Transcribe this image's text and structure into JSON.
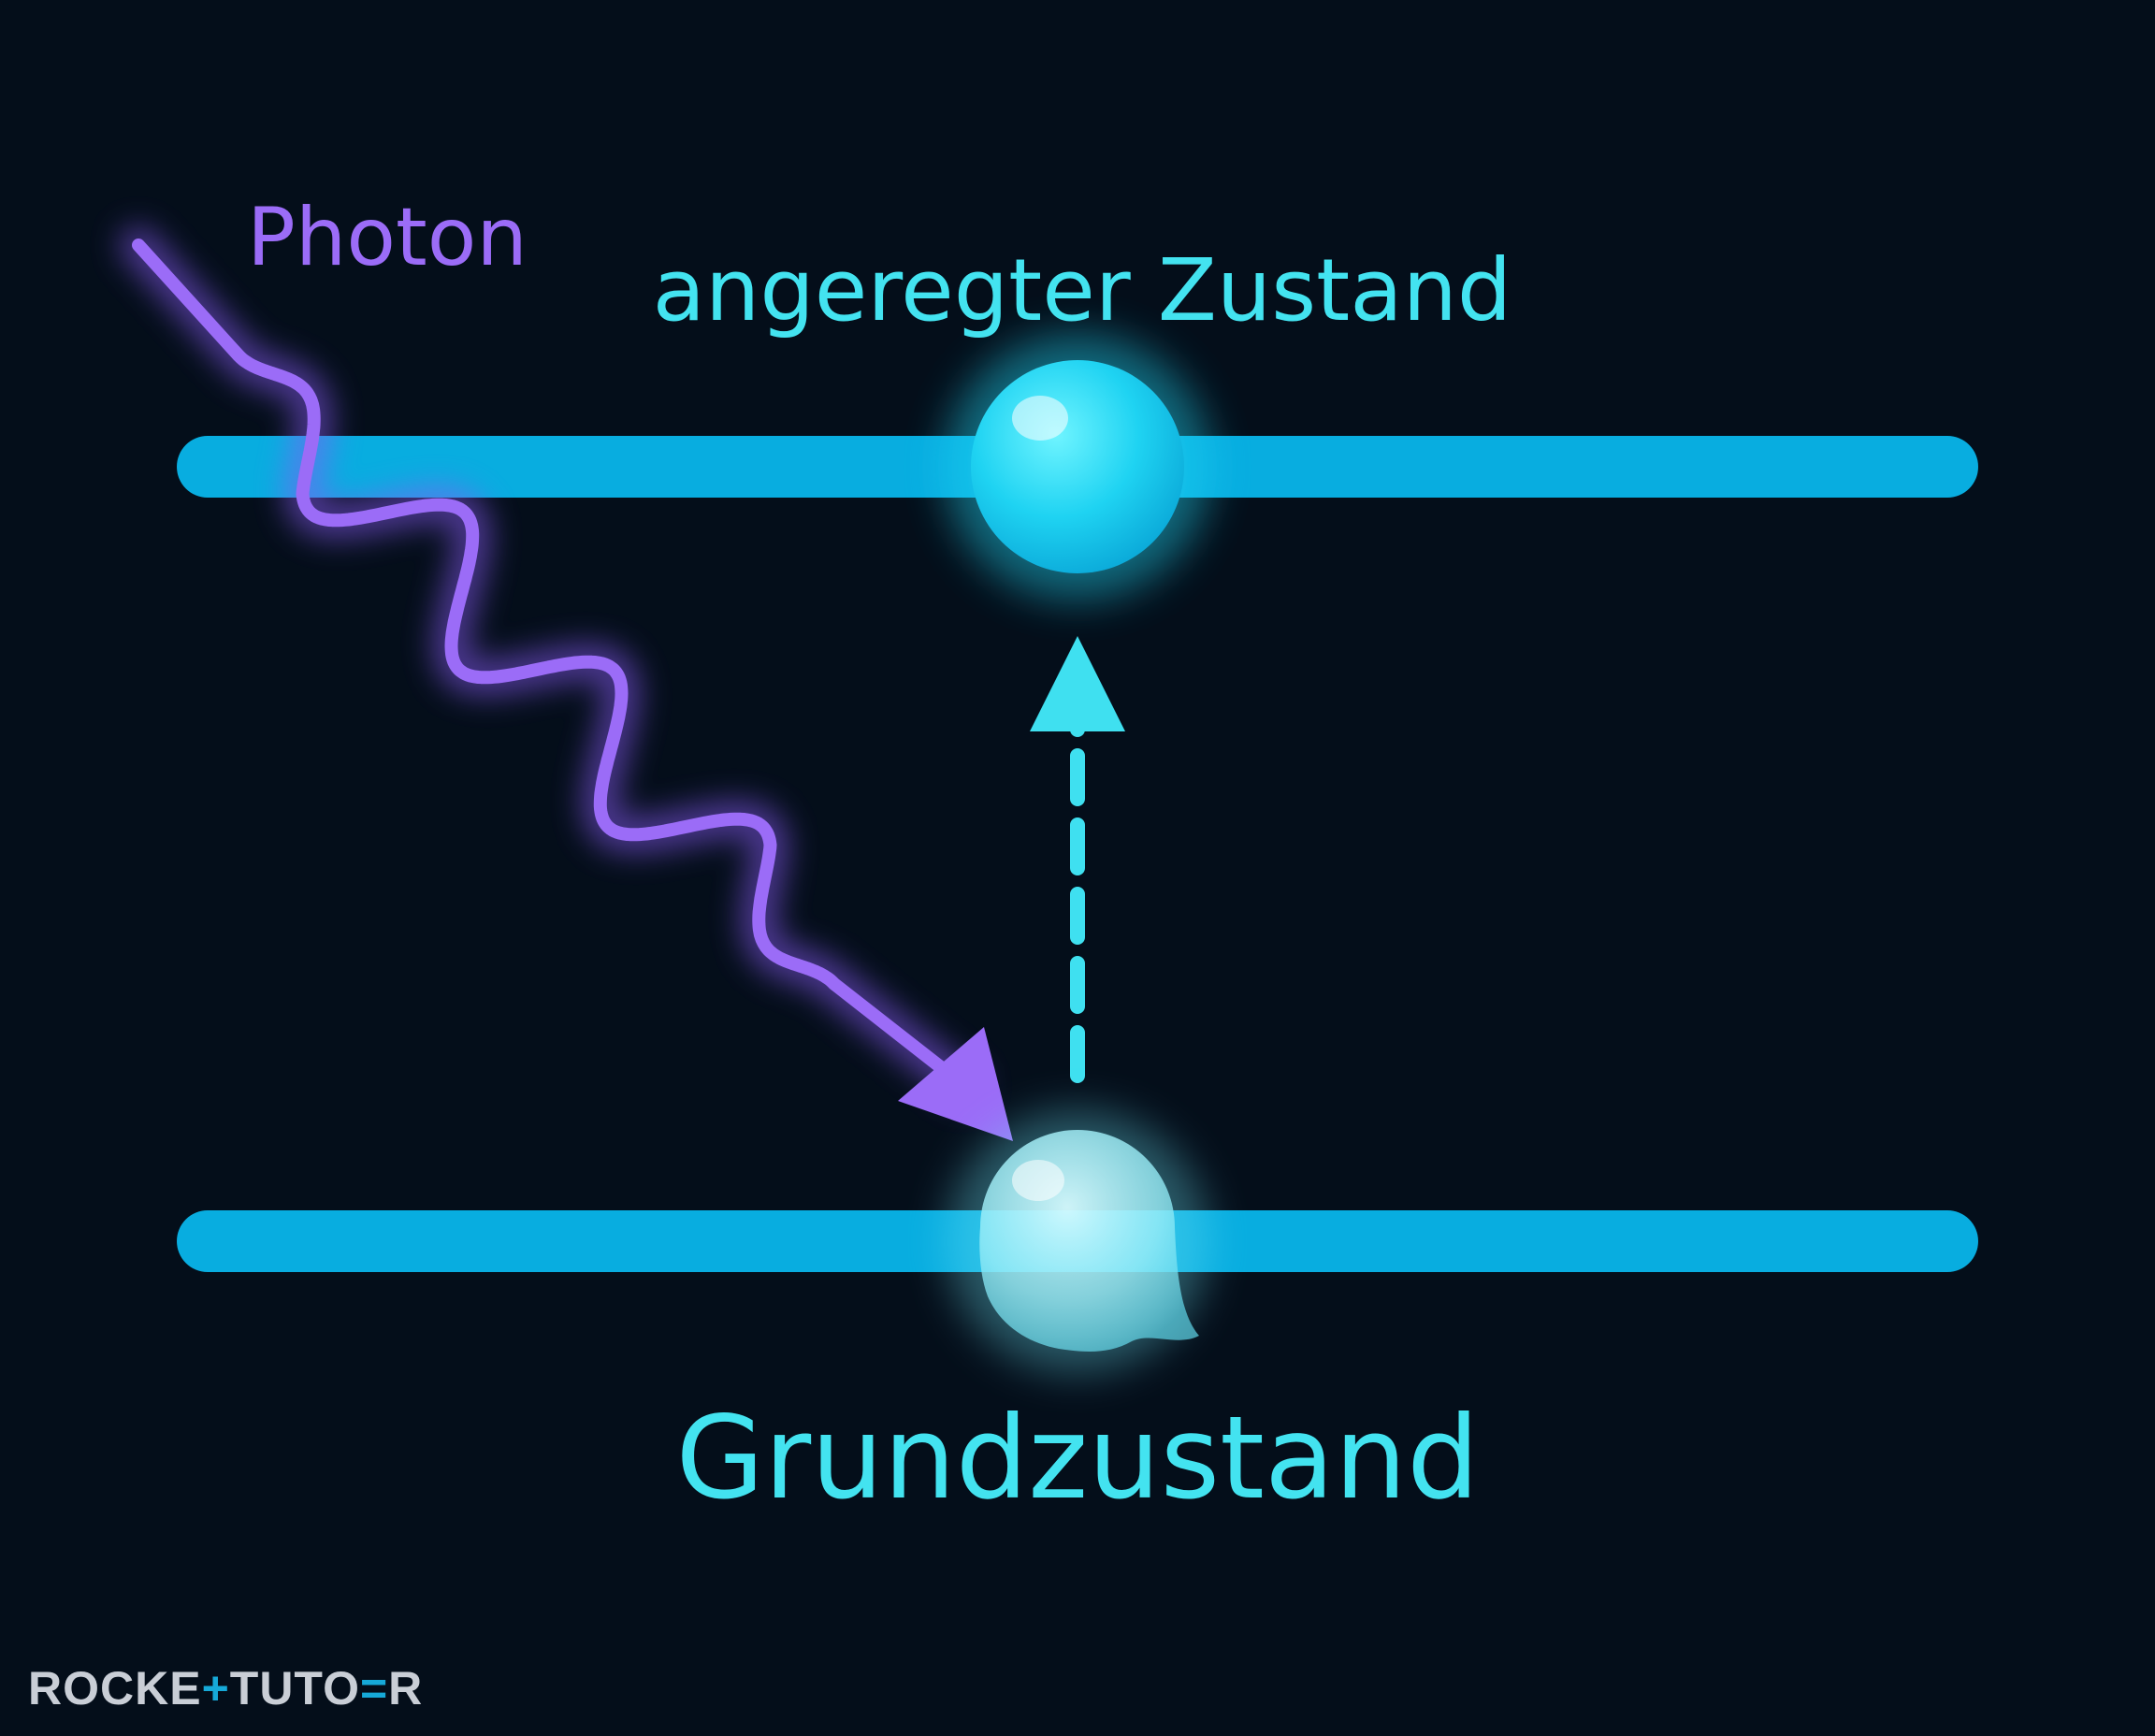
{
  "labels": {
    "photon": "Photon",
    "excited_state": "angeregter Zustand",
    "ground_state": "Grundzustand"
  },
  "logo": {
    "left": "ROCKE",
    "middle": "TUTO",
    "right": "R"
  },
  "colors": {
    "background": "#040e1a",
    "level_line": "#08ade0",
    "electron": "#22d8f4",
    "label_cyan": "#43e3f0",
    "photon": "#9b6cf7",
    "arrow": "#3fe0f0",
    "logo_text": "#c9ced6",
    "logo_accent": "#16a9d8"
  }
}
